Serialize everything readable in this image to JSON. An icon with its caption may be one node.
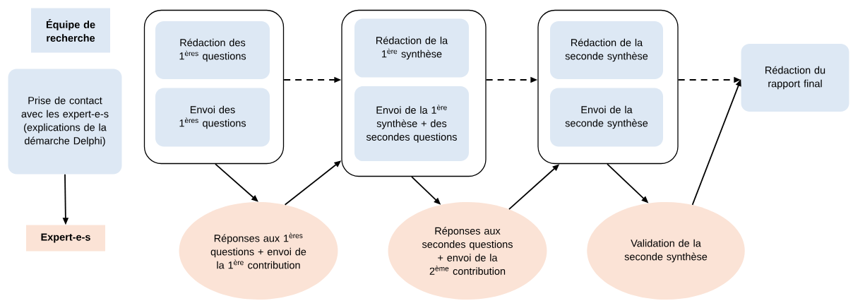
{
  "diagram": {
    "nodes": [
      {
        "text": [
          "Équipe de recherche"
        ]
      },
      {
        "text": [
          "Prise de contact avec les expert-e-s (explications de la démarche Delphi)"
        ]
      },
      {
        "text": [
          "Expert-e-s"
        ]
      },
      {
        "text": [],
        "shape": "box"
      },
      {
        "text": [
          "Rédaction des 1$^{ères}$ questions"
        ],
        "in": 3
      },
      {
        "text": [
          "Envoi des 1$^{ères}$ questions"
        ],
        "in": 3
      },
      {
        "text": [
          "Réponses aux 1$^{ères}$ questions + envoi de la 1$^{ère}$ contribution"
        ]
      },
      {
        "text": [],
        "shape": "box"
      },
      {
        "text": [
          "Rédaction de la 1$^{ère}$ synthèse"
        ],
        "in": 7
      },
      {
        "text": [
          "Envoi de la 1$^{ère}$ synthèse + des secondes questions"
        ],
        "in": 7
      },
      {
        "text": [
          "Réponses aux secondes questions + envoi de la 2$^{ème}$ contribution"
        ]
      },
      {
        "text": [],
        "shape": "box"
      },
      {
        "text": [
          "Rédaction de la seconde synthèse"
        ],
        "in": 11
      },
      {
        "text": [
          "Envoi de la seconde synthèse"
        ],
        "in": 11
      },
      {
        "text": [
          "Validation de la seconde synthèse"
        ]
      },
      {
        "text": [
          "Rédaction du rapport final"
        ]
      }
    ],
    "edges": [
      {
        "from": 1,
        "to": 2,
        "arrow": "to"
      },
      {
        "from": 3,
        "to": 7,
        "arrow": "to",
        "style": "dashed"
      },
      {
        "from": 7,
        "to": 11,
        "arrow": "to",
        "style": "dashed"
      },
      {
        "from": 11,
        "to": 15,
        "arrow": "to",
        "style": "dashed"
      },
      {
        "from": 3,
        "to": 6,
        "arrow": "to"
      },
      {
        "from": 6,
        "to": 7,
        "arrow": "to"
      },
      {
        "from": 7,
        "to": 10,
        "arrow": "to"
      },
      {
        "from": 10,
        "to": 11,
        "arrow": "to"
      },
      {
        "from": 11,
        "to": 14,
        "arrow": "to"
      },
      {
        "from": 14,
        "to": 15,
        "arrow": "to"
      }
    ]
  }
}
